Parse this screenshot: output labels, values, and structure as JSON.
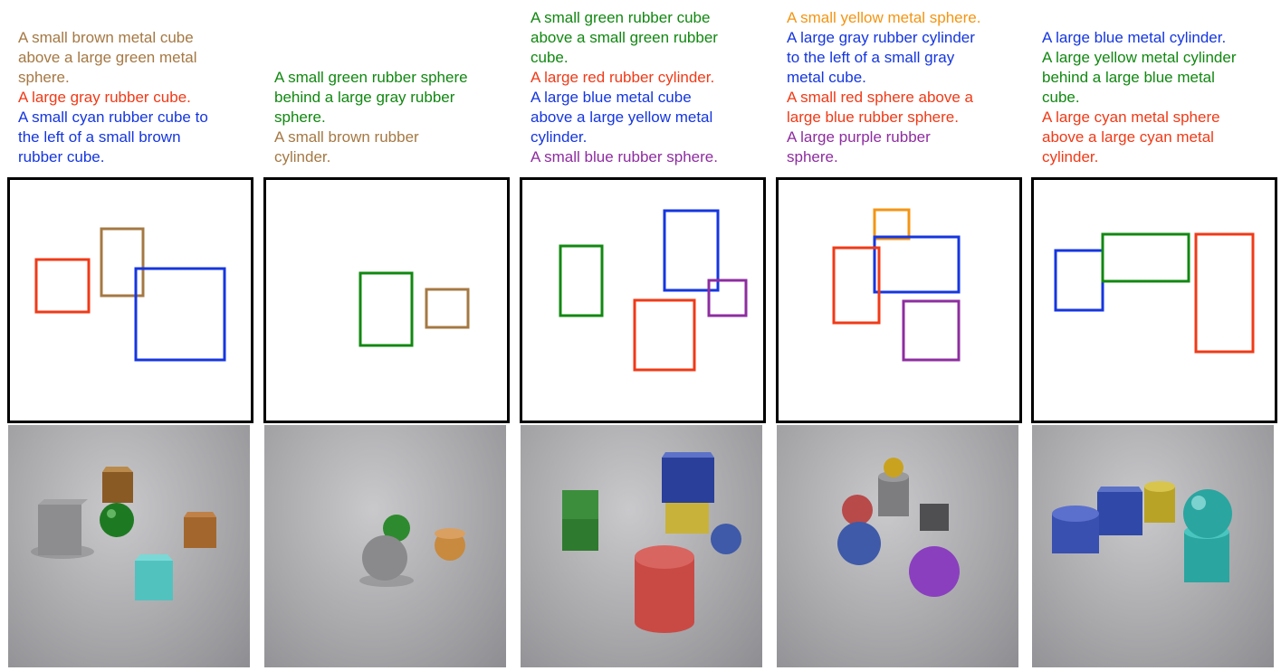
{
  "colors": {
    "brown": "#A57843",
    "green": "#118811",
    "red": "#F03A17",
    "blue": "#1536E0",
    "orange": "#F39513",
    "purple": "#8E2DA0",
    "black": "#000000"
  },
  "panels": [
    {
      "captions": [
        {
          "color": "brown",
          "lines": [
            "A small brown metal cube",
            "above a large green metal",
            "sphere."
          ]
        },
        {
          "color": "red",
          "lines": [
            "A large gray rubber cube."
          ]
        },
        {
          "color": "blue",
          "lines": [
            "A small cyan rubber cube to",
            "the left of a small brown",
            "rubber cube."
          ]
        }
      ],
      "boxes": [
        {
          "name": "red-box",
          "color": "red"
        },
        {
          "name": "brown-box",
          "color": "brown"
        },
        {
          "name": "blue-box",
          "color": "blue"
        }
      ]
    },
    {
      "captions": [
        {
          "color": "green",
          "lines": [
            "A small green rubber sphere",
            "behind a large gray rubber",
            "sphere."
          ]
        },
        {
          "color": "brown",
          "lines": [
            "A small brown rubber",
            "cylinder."
          ]
        }
      ],
      "boxes": [
        {
          "name": "green-box",
          "color": "green"
        },
        {
          "name": "brown-box",
          "color": "brown"
        }
      ]
    },
    {
      "captions": [
        {
          "color": "green",
          "lines": [
            "A small green rubber cube",
            "above a small green rubber",
            "cube."
          ]
        },
        {
          "color": "red",
          "lines": [
            "A large red rubber cylinder."
          ]
        },
        {
          "color": "blue",
          "lines": [
            "A large blue metal cube",
            "above a large yellow metal",
            "cylinder."
          ]
        },
        {
          "color": "purple",
          "lines": [
            "A small blue rubber sphere."
          ]
        }
      ],
      "boxes": [
        {
          "name": "green-box",
          "color": "green"
        },
        {
          "name": "blue-box",
          "color": "blue"
        },
        {
          "name": "purple-box",
          "color": "purple"
        },
        {
          "name": "red-box",
          "color": "red"
        }
      ]
    },
    {
      "captions": [
        {
          "color": "orange",
          "lines": [
            "A small yellow metal sphere."
          ]
        },
        {
          "color": "blue",
          "lines": [
            "A large gray rubber cylinder",
            "to the left of a small gray",
            "metal cube."
          ]
        },
        {
          "color": "red",
          "lines": [
            "A small red sphere above a",
            "large blue rubber sphere."
          ]
        },
        {
          "color": "purple",
          "lines": [
            "A large purple rubber",
            "sphere."
          ]
        }
      ],
      "boxes": [
        {
          "name": "orange-box",
          "color": "orange"
        },
        {
          "name": "blue-box",
          "color": "blue"
        },
        {
          "name": "red-box",
          "color": "red"
        },
        {
          "name": "purple-box",
          "color": "purple"
        }
      ]
    },
    {
      "captions": [
        {
          "color": "blue",
          "lines": [
            "A large blue metal cylinder."
          ]
        },
        {
          "color": "green",
          "lines": [
            "A large yellow metal cylinder",
            "behind a large blue metal",
            "cube."
          ]
        },
        {
          "color": "red",
          "lines": [
            "A large cyan metal sphere",
            "above a large cyan metal",
            "cylinder."
          ]
        }
      ],
      "boxes": [
        {
          "name": "blue-box",
          "color": "blue"
        },
        {
          "name": "green-box",
          "color": "green"
        },
        {
          "name": "red-box",
          "color": "red"
        }
      ]
    }
  ]
}
